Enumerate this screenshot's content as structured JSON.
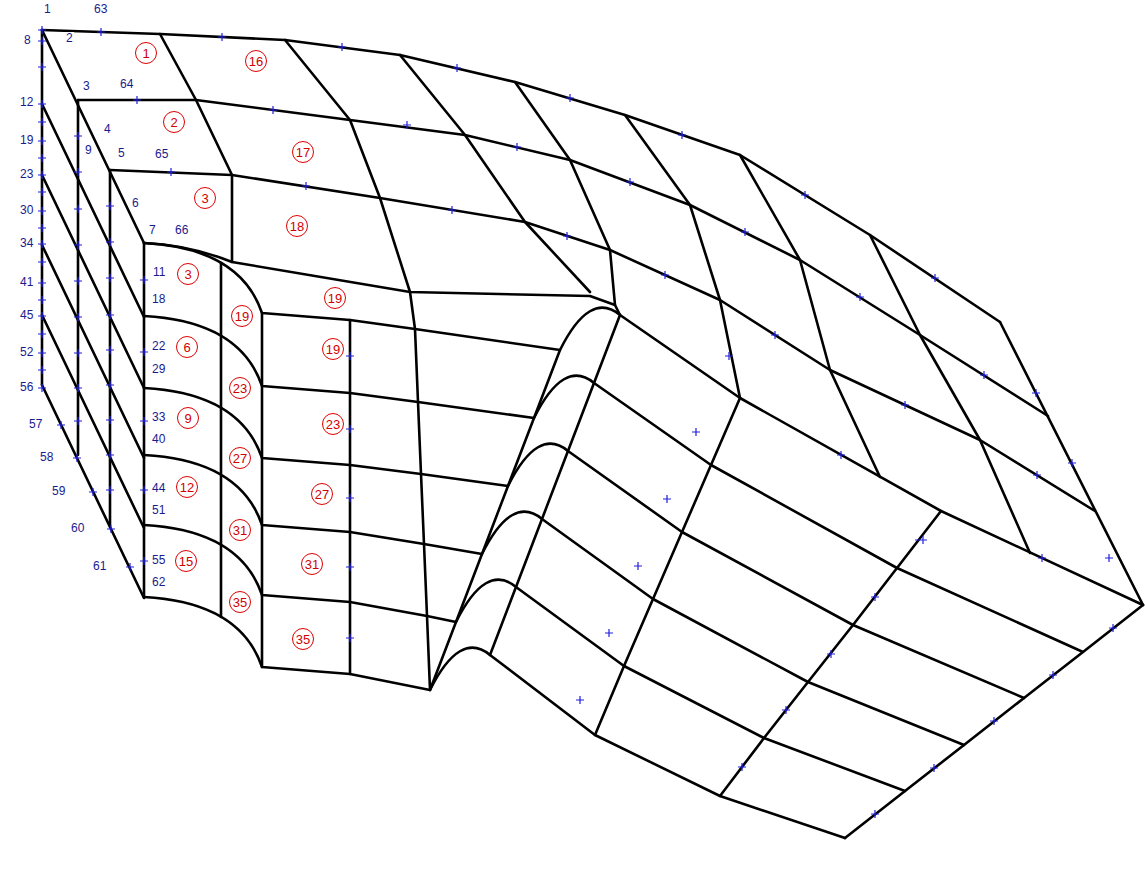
{
  "diagram": {
    "nodes": [
      {
        "text": [
          "1"
        ]
      },
      {
        "text": [
          "16"
        ]
      },
      {
        "text": [
          "2"
        ]
      },
      {
        "text": [
          "17"
        ]
      },
      {
        "text": [
          "3"
        ]
      },
      {
        "text": [
          "18"
        ]
      },
      {
        "text": [
          "3"
        ]
      },
      {
        "text": [
          "19"
        ]
      },
      {
        "text": [
          "19"
        ]
      },
      {
        "text": [
          "6"
        ]
      },
      {
        "text": [
          "19"
        ]
      },
      {
        "text": [
          "23"
        ]
      },
      {
        "text": [
          "9"
        ]
      },
      {
        "text": [
          "23"
        ]
      },
      {
        "text": [
          "27"
        ]
      },
      {
        "text": [
          "12"
        ]
      },
      {
        "text": [
          "27"
        ]
      },
      {
        "text": [
          "31"
        ]
      },
      {
        "text": [
          "15"
        ]
      },
      {
        "text": [
          "31"
        ]
      },
      {
        "text": [
          "35"
        ]
      },
      {
        "text": [
          "35"
        ]
      }
    ],
    "labels": [
      "1",
      "63",
      "8",
      "2",
      "3",
      "64",
      "12",
      "19",
      "4",
      "9",
      "5",
      "65",
      "23",
      "6",
      "30",
      "7",
      "66",
      "34",
      "41",
      "11",
      "18",
      "45",
      "52",
      "22",
      "29",
      "56",
      "57",
      "33",
      "40",
      "58",
      "59",
      "44",
      "51",
      "60",
      "61",
      "55",
      "62"
    ]
  }
}
